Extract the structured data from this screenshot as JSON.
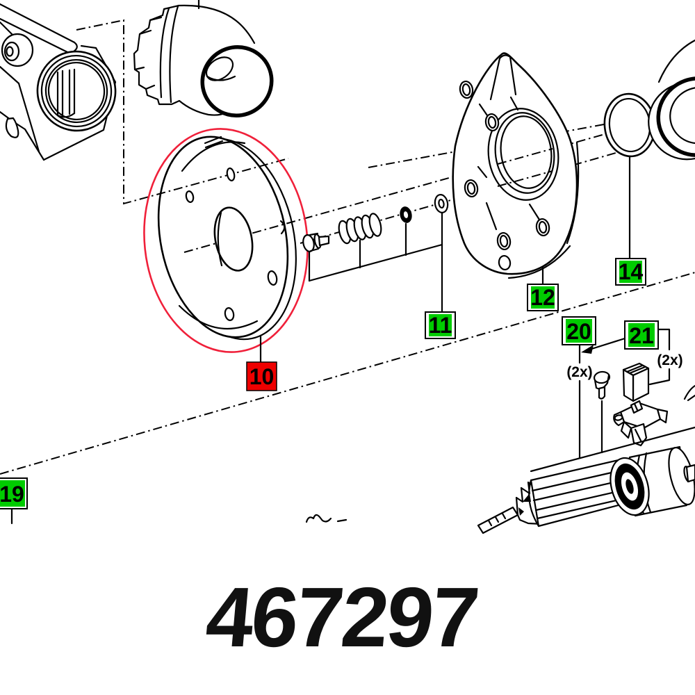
{
  "part_number": "467297",
  "labels": {
    "part10": "10",
    "part11": "11",
    "part12": "12",
    "part14": "14",
    "part19": "19",
    "part20": "20",
    "part21": "21"
  },
  "annotations": {
    "qty20": "(2x)",
    "qty21": "(2x)"
  },
  "colors": {
    "green": "#00cc00",
    "red_box": "#ee0000",
    "red_ellipse": "#f0203a",
    "line": "#000000",
    "background": "#ffffff"
  }
}
